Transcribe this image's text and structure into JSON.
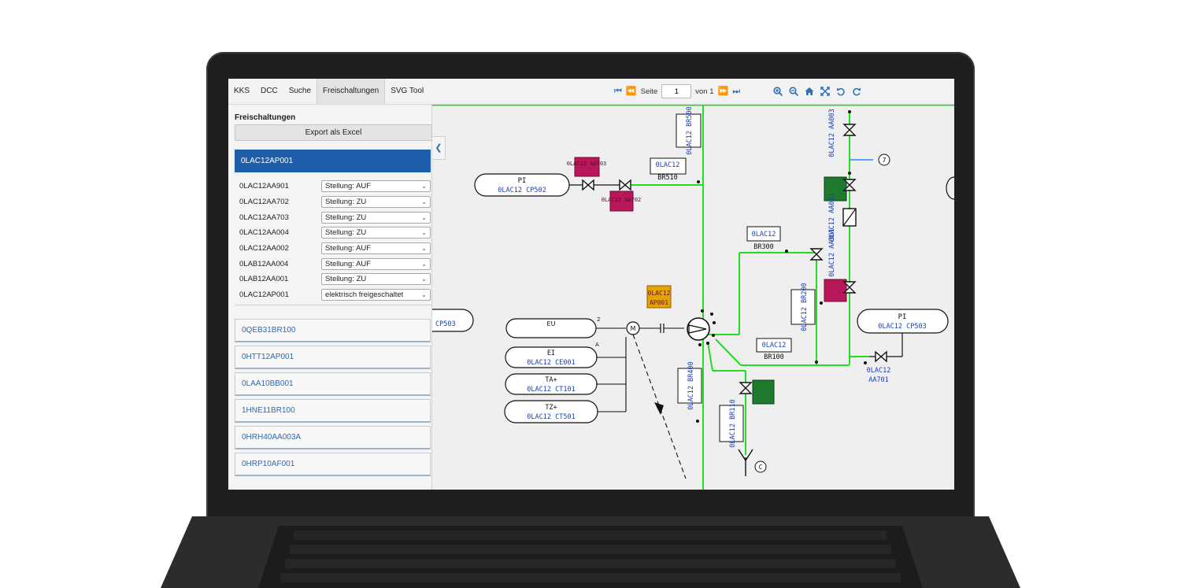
{
  "tabs": [
    "KKS",
    "DCC",
    "Suche",
    "Freischaltungen",
    "SVG Tool"
  ],
  "active_tab": "Freischaltungen",
  "pager": {
    "seite_label": "Seite",
    "page": "1",
    "of_label": "von 1"
  },
  "sidebar": {
    "title": "Freischaltungen",
    "export_label": "Export als Excel",
    "selected": "0LAC12AP001",
    "rows": [
      {
        "label": "0LAC12AA901",
        "value": "Stellung: AUF"
      },
      {
        "label": "0LAC12AA702",
        "value": "Stellung: ZU"
      },
      {
        "label": "0LAC12AA703",
        "value": "Stellung: ZU"
      },
      {
        "label": "0LAC12AA004",
        "value": "Stellung: ZU"
      },
      {
        "label": "0LAC12AA002",
        "value": "Stellung: AUF"
      },
      {
        "label": "0LAB12AA004",
        "value": "Stellung: AUF"
      },
      {
        "label": "0LAB12AA001",
        "value": "Stellung: ZU"
      },
      {
        "label": "0LAC12AP001",
        "value": "elektrisch freigeschaltet"
      }
    ],
    "accordion": [
      "0QEB31BR100",
      "0HTT12AP001",
      "0LAA10BB001",
      "1HNE11BR100",
      "0HRH40AA003A",
      "0HRP10AF001"
    ]
  },
  "colors": {
    "pipe": "#22dd22",
    "accent": "#1e5eab",
    "tag_text": "#1a3fb8",
    "marker_red": "#b8175a",
    "marker_green": "#1f7a2e",
    "marker_orange": "#e6a400"
  },
  "diagram": {
    "pi1": {
      "name": "PI",
      "tag": "0LAC12 CP502"
    },
    "pi2": {
      "name": "PI",
      "tag": "0LAC12 CP503"
    },
    "pi_left_tag": "CP503",
    "br500": "0LAC12 BR500",
    "br510a": "0LAC12",
    "br510b": "BR510",
    "aa003": "0LAC12 AA003",
    "aa001": "0LAC12 AA001",
    "aa301": "0LAC12 AA301",
    "br300a": "0LAC12",
    "br300b": "BR300",
    "br200": "0LAC12 BR200",
    "br100a": "0LAC12",
    "br100b": "BR100",
    "br400": "0LAC12 BR400",
    "br110": "0LAC12 BR110",
    "aa701a": "0LAC12",
    "aa701b": "AA701",
    "ap001a": "0LAC12",
    "ap001b": "AP001",
    "red1": "0LAC12 AA703",
    "red2": "0LAC12 AA702",
    "eu": "EU",
    "eu_mark": "2",
    "ei": "EI",
    "ei_mark": "A",
    "ei_tag": "0LAC12 CE001",
    "ta": "TA+",
    "ta_tag": "0LAC12 CT101",
    "tz": "TZ+",
    "tz_tag": "0LAC12 CT501",
    "motor": "M",
    "conn7": "7",
    "connc": "C"
  }
}
